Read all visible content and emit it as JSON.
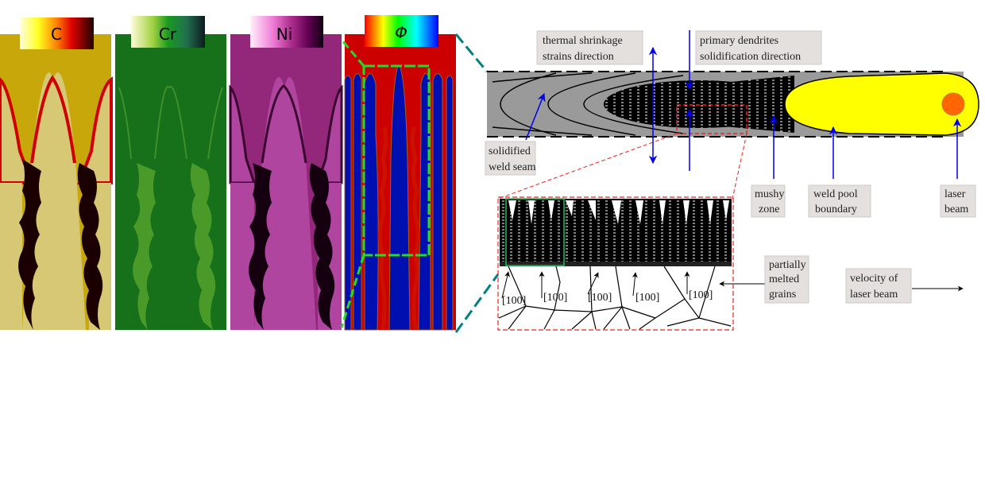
{
  "panels": [
    {
      "id": "C",
      "label": "C",
      "colors": [
        "#ffffe0",
        "#ffff20",
        "#ff8000",
        "#e00000",
        "#200000"
      ],
      "bg": "#c8a70a",
      "solid": "#d6c875",
      "channel": "#1a0000"
    },
    {
      "id": "Cr",
      "label": "Cr",
      "colors": [
        "#fffbd8",
        "#a0d040",
        "#1a9a20",
        "#207050",
        "#101820"
      ],
      "bg": "#17701a",
      "solid": "#3a8a28",
      "channel": "#4f9a28"
    },
    {
      "id": "Ni",
      "label": "Ni",
      "colors": [
        "#fff0fa",
        "#f080d8",
        "#b03090",
        "#600050",
        "#100010"
      ],
      "bg": "#93287a",
      "solid": "#b045a0",
      "channel": "#1a0010"
    },
    {
      "id": "Phi",
      "label": "Φ",
      "colors": [
        "#ff0000",
        "#ffff00",
        "#00ff00",
        "#00ffff",
        "#0000ff"
      ],
      "bg": "#cc0000",
      "solid": "#0010b0",
      "channel": "#cc2200"
    }
  ],
  "labels": {
    "thermal": [
      "thermal shrinkage",
      "strains direction"
    ],
    "primary": [
      "primary dendrites",
      "solidification direction"
    ],
    "solidified": [
      "solidified",
      "weld seam"
    ],
    "mushy": [
      "mushy",
      "zone"
    ],
    "weld_pool": [
      "weld pool",
      "boundary"
    ],
    "laser": [
      "laser",
      "beam"
    ],
    "partially": [
      "partially",
      "melted",
      "grains"
    ],
    "velocity": [
      "velocity of",
      "laser beam"
    ],
    "directions": [
      "[100]",
      "[100]",
      "[100]",
      "[100]",
      "[100]"
    ]
  },
  "colors": {
    "weld_seam": "#9a9a9a",
    "weld_pool": "#ffff00",
    "laser_spot": "#ff6600",
    "arrow_blue": "#0000ee",
    "zoom_red": "#ee2222",
    "zoom_green": "#22cc22",
    "teal": "#008080"
  }
}
